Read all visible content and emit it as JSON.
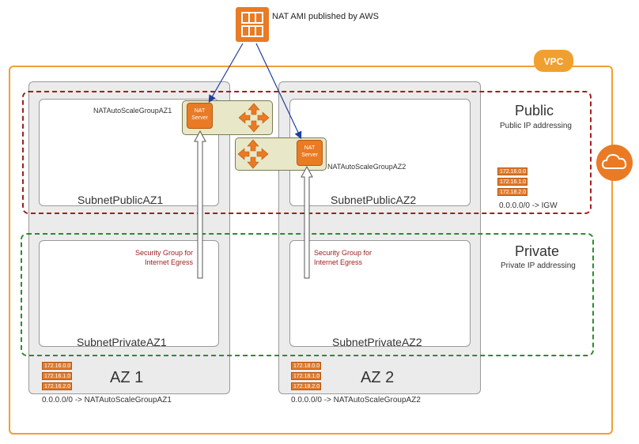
{
  "ami": {
    "label": "NAT AMI published by AWS"
  },
  "vpc": {
    "badge": "VPC"
  },
  "zones": {
    "public": {
      "title": "Public",
      "subtitle": "Public IP addressing"
    },
    "private": {
      "title": "Private",
      "subtitle": "Private IP addressing"
    }
  },
  "az1": {
    "label": "AZ 1",
    "public_subnet": "SubnetPublicAZ1",
    "private_subnet": "SubnetPrivateAZ1",
    "nat_group": "NATAutoScaleGroupAZ1",
    "nat_server": "NAT\nServer",
    "sg": "Security Group for\nInternet Egress",
    "routes": [
      "172.16.0.0",
      "172.16.1.0",
      "172.16.2.0"
    ],
    "default_route": "0.0.0.0/0 -> NATAutoScaleGroupAZ1"
  },
  "az2": {
    "label": "AZ 2",
    "public_subnet": "SubnetPublicAZ2",
    "private_subnet": "SubnetPrivateAZ2",
    "nat_group": "NATAutoScaleGroupAZ2",
    "nat_server": "NAT\nServer",
    "sg": "Security Group for\nInternet Egress",
    "routes": [
      "172.18.0.0",
      "172.18.1.0",
      "172.18.2.0"
    ],
    "default_route": "0.0.0.0/0 -> NATAutoScaleGroupAZ2"
  },
  "public_routes": {
    "routes": [
      "172.16.0.0",
      "172.16.1.0",
      "172.18.2.0"
    ],
    "default_route": "0.0.0.0/0 -> IGW"
  },
  "colors": {
    "vpc": "#f0a030",
    "public_border": "#a11e1e",
    "private_border": "#2e8b2e",
    "aws_orange": "#ea7a24",
    "arrow": "#1f3f9f"
  },
  "icons": {
    "ami": "ami-grid-icon",
    "router": "router-arrows-icon",
    "igw": "cloud-icon",
    "route_table": "route-table-icon"
  }
}
